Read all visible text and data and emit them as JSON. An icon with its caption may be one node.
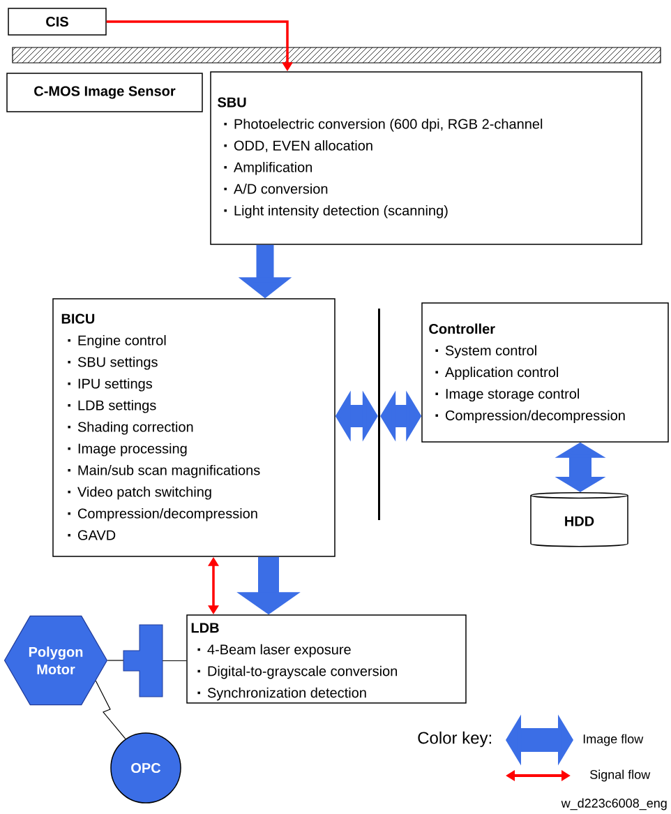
{
  "diagram": {
    "nodes": [
      {
        "text": [
          "CIS"
        ]
      },
      {
        "text": [
          "C-MOS Image Sensor"
        ]
      },
      {
        "text": [
          "SBU",
          "Photoelectric conversion (600 dpi, RGB 2-channel",
          "ODD, EVEN allocation",
          "Amplification",
          "A/D conversion",
          "Light intensity detection (scanning)"
        ]
      },
      {
        "text": [
          "BICU",
          "Engine control",
          "SBU settings",
          "IPU settings",
          "LDB settings",
          "Shading correction",
          "Image processing",
          "Main/sub scan magnifications",
          "Video patch switching",
          "Compression/decompression",
          "GAVD"
        ]
      },
      {
        "text": [
          "Controller",
          "System control",
          "Application control",
          "Image storage control",
          "Compression/decompression"
        ]
      },
      {
        "text": [
          "HDD"
        ]
      },
      {
        "text": [
          "LDB",
          "4-Beam laser exposure",
          "Digital-to-grayscale conversion",
          "Synchronization detection"
        ]
      },
      {
        "text": [
          "Polygon Motor"
        ]
      },
      {
        "text": [],
        "shape": "bar"
      },
      {
        "text": [
          "OPC"
        ]
      },
      {
        "text": [],
        "shape": "bar"
      }
    ],
    "edges": [
      {
        "from": 0,
        "to": 2,
        "arrow": "to",
        "color": "#ff0000"
      },
      {
        "from": 2,
        "to": 3,
        "arrow": "to",
        "style": "thick",
        "color": "#3b6ee6"
      },
      {
        "from": 3,
        "to": 10,
        "arrow": "both",
        "style": "thick",
        "color": "#3b6ee6"
      },
      {
        "from": 10,
        "to": 4,
        "arrow": "both",
        "style": "thick",
        "color": "#3b6ee6"
      },
      {
        "from": 5,
        "to": 4,
        "arrow": "both",
        "style": "thick",
        "color": "#3b6ee6"
      },
      {
        "from": 3,
        "to": 6,
        "arrow": "to",
        "style": "thick",
        "color": "#3b6ee6"
      },
      {
        "from": 3,
        "to": 6,
        "arrow": "both",
        "color": "#ff0000"
      },
      {
        "from": 7,
        "to": 8,
        "arrow": "none",
        "color": "#000000"
      },
      {
        "from": 8,
        "to": 6,
        "arrow": "none",
        "color": "#000000"
      },
      {
        "from": 7,
        "to": 9,
        "arrow": "none",
        "color": "#000000"
      }
    ],
    "labels": [
      "Color key:",
      "w_d223c6008_eng"
    ],
    "legend": [
      {
        "text": "Image flow"
      },
      {
        "text": "Signal flow"
      }
    ]
  }
}
